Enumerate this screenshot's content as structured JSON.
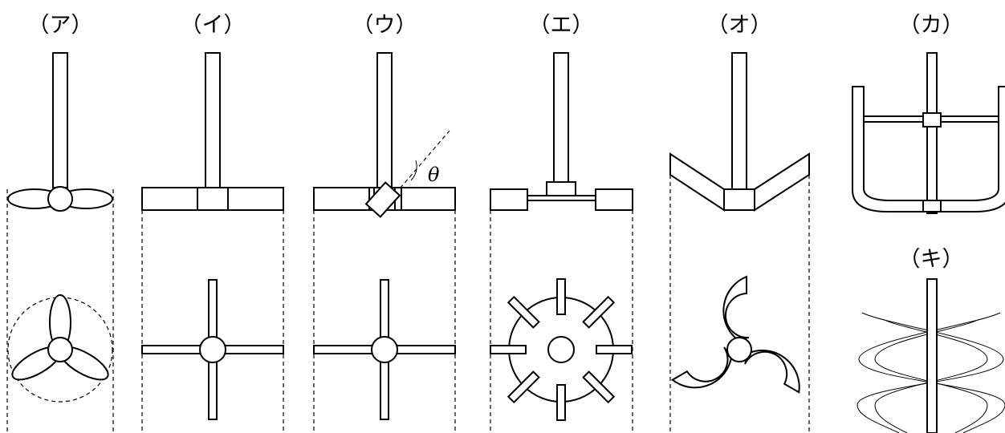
{
  "labels": {
    "a": "（ア）",
    "i": "（イ）",
    "u": "（ウ）",
    "e": "（エ）",
    "o": "（オ）",
    "ka": "（カ）",
    "ki": "（キ）"
  },
  "angle_symbol": "θ"
}
